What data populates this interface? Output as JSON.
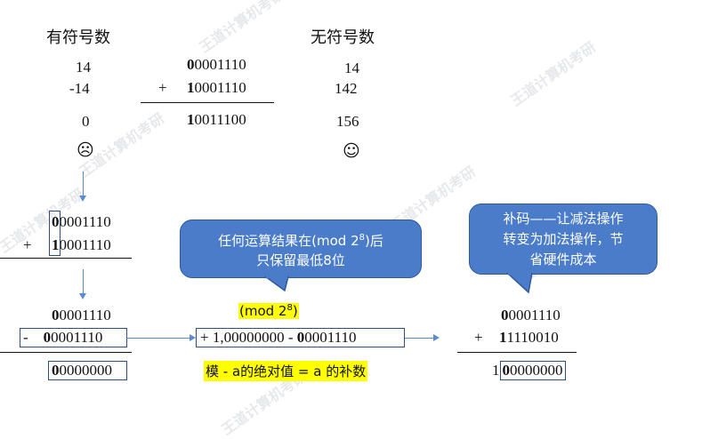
{
  "headers": {
    "signed": "有符号数",
    "unsigned": "无符号数"
  },
  "signed": {
    "a": "14",
    "b": "-14",
    "result": "0",
    "face": "☹"
  },
  "unsigned": {
    "a": "14",
    "b": "142",
    "result": "156",
    "face": "☺"
  },
  "top_add": {
    "a_first": "0",
    "a_rest": "0001110",
    "op": "+",
    "b_first": "1",
    "b_rest": "0001110",
    "r_first": "1",
    "r_rest": "0011100"
  },
  "mid_add": {
    "a_first": "0",
    "a_rest": "0001110",
    "op": "+",
    "b_first": "1",
    "b_rest": "0001110"
  },
  "sub": {
    "a_first": "0",
    "a_rest": "0001110",
    "op": "-",
    "b_first": "0",
    "b_rest": "0001110",
    "r_first": "0",
    "r_rest": "0000000"
  },
  "mod_label_pre": "(mod 2",
  "mod_label_exp": "8",
  "mod_label_post": ")",
  "mid_expr": {
    "prefix": "+  1,00000000 - ",
    "b_first": "0",
    "b_rest": "0001110"
  },
  "note": "模 - a的绝对值 = a 的补数",
  "right_add": {
    "a_first": "0",
    "a_rest": "0001110",
    "op": "+",
    "b_first": "1",
    "b_rest": "1110010",
    "r_prefix": "1",
    "r_first": "0",
    "r_rest": "0000000"
  },
  "callout_mod": {
    "line1_pre": "任何运算结果在(mod 2",
    "line1_exp": "8",
    "line1_post": ")后",
    "line2": "只保留最低8位"
  },
  "callout_complement": {
    "line1": "补码——让减法操作",
    "line2": "转变为加法操作，节",
    "line3": "省硬件成本"
  },
  "watermark": "王道计算机考研"
}
